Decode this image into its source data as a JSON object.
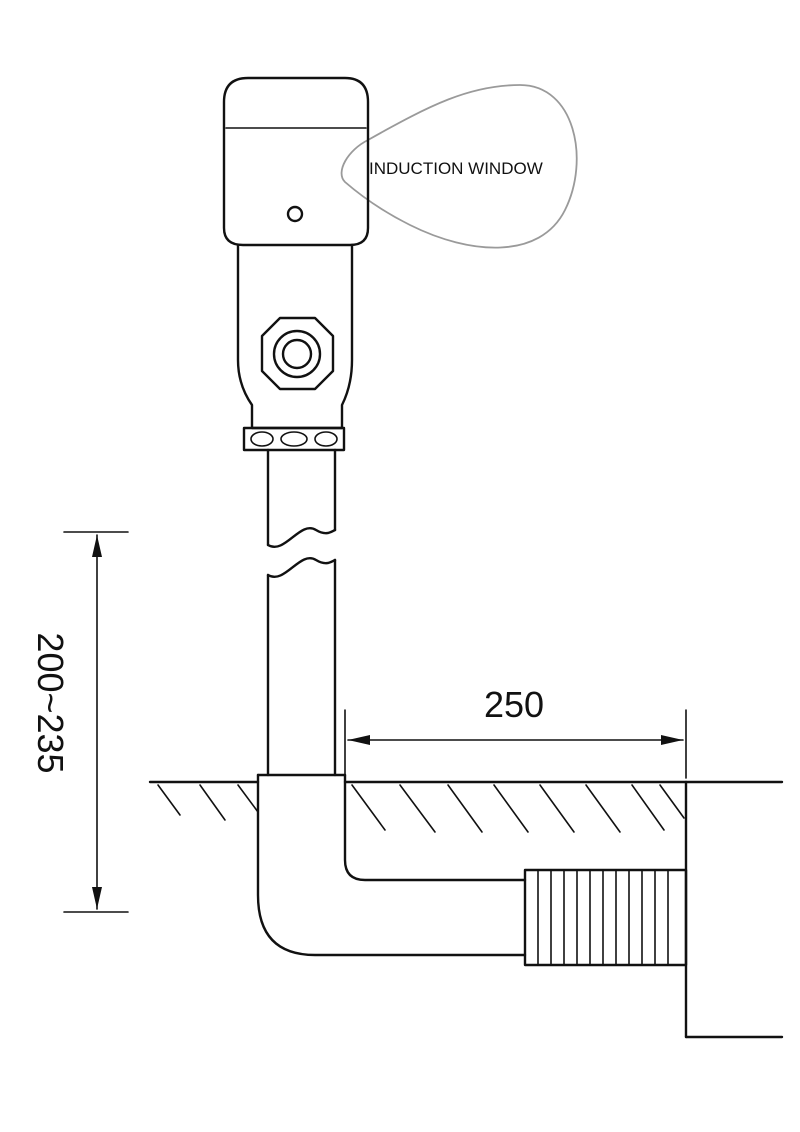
{
  "labels": {
    "induction_window": "INDUCTION WINDOW",
    "dimension_horizontal": "250",
    "dimension_vertical": "200~235"
  },
  "colors": {
    "line": "#111111",
    "window_outline": "#9a9a9a",
    "background": "#ffffff"
  }
}
